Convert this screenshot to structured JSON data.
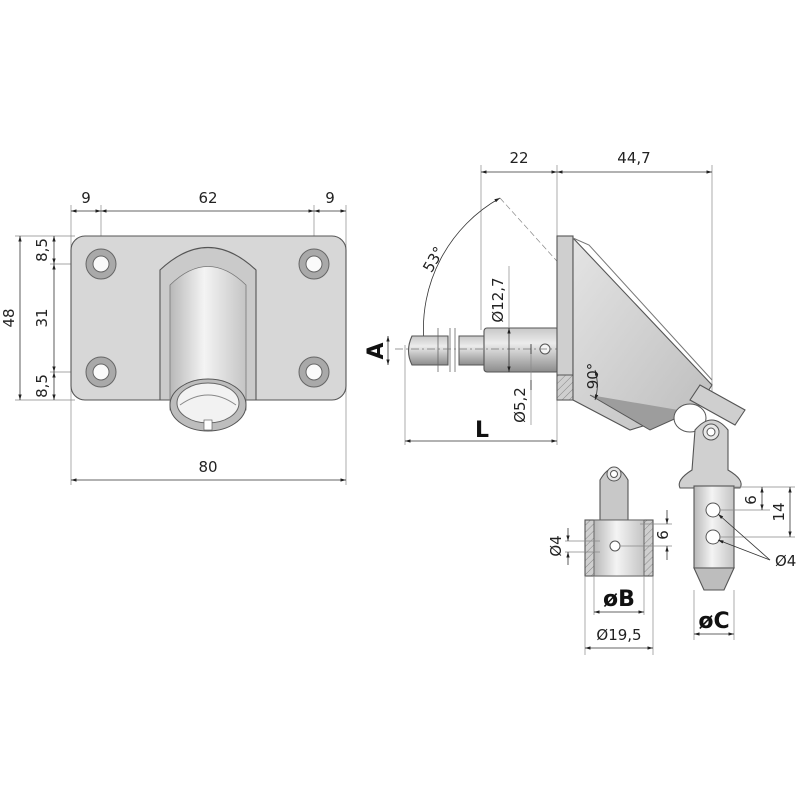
{
  "drawing": {
    "type": "technical-drawing",
    "subject": "gas spring mounting bracket with ball-joint adapter",
    "colors": {
      "part_fill": "#d6d6d6",
      "part_shadow": "#9a9a9a",
      "dimension_line": "#333333",
      "background": "#ffffff"
    }
  },
  "base_plate_view": {
    "dims": {
      "top_left": "9",
      "top_middle": "62",
      "top_right": "9",
      "bottom_overall": "80",
      "left_overall": "48",
      "left_top": "8,5",
      "left_middle": "31",
      "left_bottom": "8,5"
    }
  },
  "side_view": {
    "dims": {
      "top_left": "22",
      "top_right": "44,7",
      "angle": "53°",
      "right_angle": "90°",
      "bore_diameter": "Ø12,7",
      "pin_hole": "Ø5,2",
      "thread": "A",
      "length": "L"
    }
  },
  "detail_b": {
    "dims": {
      "hole": "Ø4",
      "hole_offset": "6",
      "inner": "øB",
      "outer": "Ø19,5"
    }
  },
  "detail_c": {
    "dims": {
      "hole_offset": "6",
      "hole_spacing": "14",
      "holes": "Ø4",
      "shaft": "øC"
    }
  }
}
